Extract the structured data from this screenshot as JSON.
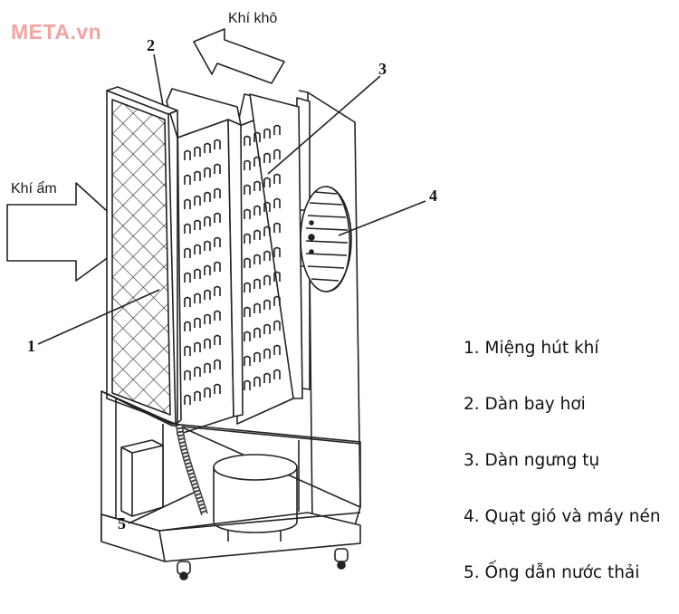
{
  "watermark": "META.vn",
  "labels": {
    "dry_air": "Khí khô",
    "humid_air": "Khí ẩm"
  },
  "callouts": [
    "1",
    "2",
    "3",
    "4",
    "5"
  ],
  "legend": [
    "1. Miệng hút khí",
    "2. Dàn bay hơi",
    "3. Dàn ngưng tụ",
    "4. Quạt gió và máy nén",
    "5. Ống dẫn nước thải"
  ]
}
